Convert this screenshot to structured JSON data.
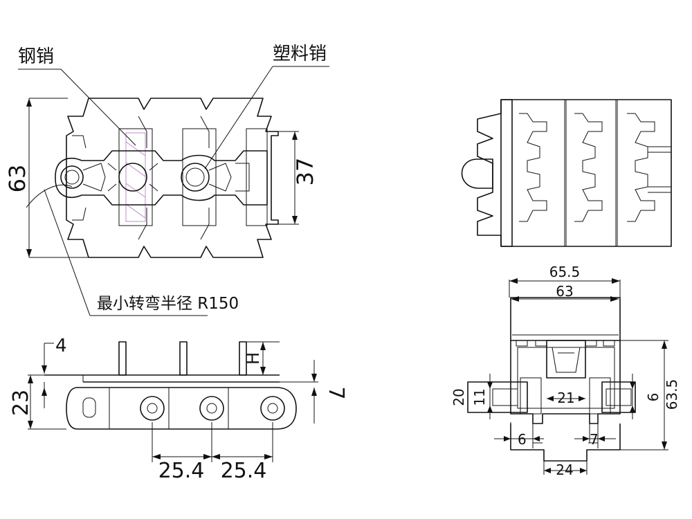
{
  "labels": {
    "steel_pin": "钢销",
    "plastic_pin": "塑料销",
    "min_radius": "最小转弯半径 R150"
  },
  "dimensions": {
    "overall_height": "63",
    "pitch_height": "37",
    "top_gap": "4",
    "h_label": "H",
    "side_height": "23",
    "side_step": "7",
    "pitch_1": "25.4",
    "pitch_2": "25.4",
    "width_outer": "65.5",
    "width_inner": "63",
    "total_depth": "63.5",
    "guide_20": "20",
    "guide_11": "11",
    "slot_21": "21",
    "guide_9": "9",
    "lip_6": "6",
    "lip_7": "7",
    "base_24": "24"
  }
}
